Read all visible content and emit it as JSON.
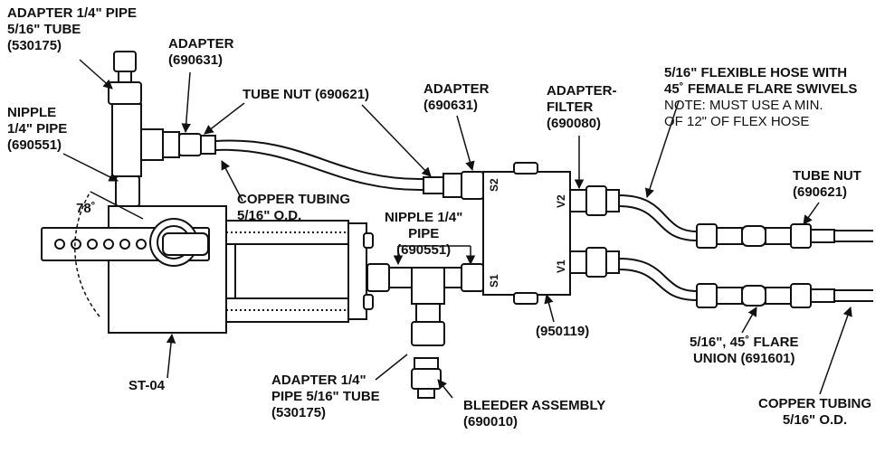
{
  "labels": {
    "adapter_top_left": [
      "ADAPTER 1/4\" PIPE",
      "5/16\" TUBE",
      "(530175)"
    ],
    "adapter_690631_left": [
      "ADAPTER",
      "(690631)"
    ],
    "nipple_left": [
      "NIPPLE",
      "1/4\" PIPE",
      "(690551)"
    ],
    "tube_nut_top": "TUBE NUT (690621)",
    "adapter_690631_mid": [
      "ADAPTER",
      "(690631)"
    ],
    "adapter_filter": [
      "ADAPTER-",
      "FILTER",
      "(690080)"
    ],
    "flex_hose": [
      "5/16\" FLEXIBLE HOSE WITH",
      "45˚ FEMALE FLARE SWIVELS"
    ],
    "flex_note": [
      "NOTE: MUST USE A MIN.",
      "OF 12\" OF FLEX HOSE"
    ],
    "tube_nut_right": [
      "TUBE NUT",
      "(690621)"
    ],
    "angle": "78˚",
    "copper_mid": [
      "COPPER TUBING",
      "5/16\" O.D."
    ],
    "nipple_mid": [
      "NIPPLE 1/4\"",
      "PIPE",
      "(690551)"
    ],
    "st04": "ST-04",
    "block_part": "(950119)",
    "flare_union": [
      "5/16\", 45˚ FLARE",
      "UNION (691601)"
    ],
    "adapter_bottom": [
      "ADAPTER 1/4\"",
      "PIPE 5/16\" TUBE",
      "(530175)"
    ],
    "bleeder": [
      "BLEEDER ASSEMBLY",
      "(690010)"
    ],
    "copper_right": [
      "COPPER TUBING",
      "5/16\" O.D."
    ],
    "ports": {
      "s2": "S2",
      "s1": "S1",
      "v2": "V2",
      "v1": "V1"
    }
  }
}
